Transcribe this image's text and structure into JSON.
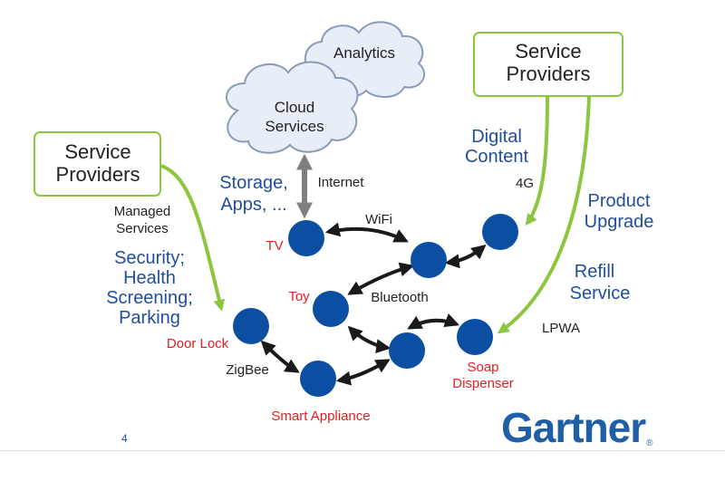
{
  "clouds": {
    "analytics": "Analytics",
    "cloud_services_line1": "Cloud",
    "cloud_services_line2": "Services"
  },
  "provider_boxes": {
    "left_line1": "Service",
    "left_line2": "Providers",
    "right_line1": "Service",
    "right_line2": "Providers"
  },
  "labels": {
    "storage_line1": "Storage,",
    "storage_line2": "Apps, ...",
    "internet": "Internet",
    "managed_line1": "Managed",
    "managed_line2": "Services",
    "security_line1": "Security;",
    "security_line2": "Health",
    "security_line3": "Screening;",
    "security_line4": "Parking",
    "digital_line1": "Digital",
    "digital_line2": "Content",
    "fourg": "4G",
    "product_line1": "Product",
    "product_line2": "Upgrade",
    "refill_line1": "Refill",
    "refill_line2": "Service",
    "lpwa": "LPWA",
    "wifi": "WiFi",
    "bluetooth": "Bluetooth",
    "zigbee": "ZigBee"
  },
  "devices": {
    "tv": "TV",
    "toy": "Toy",
    "door_lock": "Door Lock",
    "smart_appliance": "Smart Appliance",
    "soap_line1": "Soap",
    "soap_line2": "Dispenser"
  },
  "footer": {
    "page_number": "4",
    "logo_text": "Gartner",
    "logo_mark": "®"
  },
  "colors": {
    "node": "#0b4ea2",
    "green": "#8cc63f",
    "blue_text": "#1f4e9c",
    "red_text": "#e02020",
    "cloud_fill": "#e8eef8",
    "cloud_stroke": "#8a9bb8",
    "logo": "#1f5fa8"
  }
}
